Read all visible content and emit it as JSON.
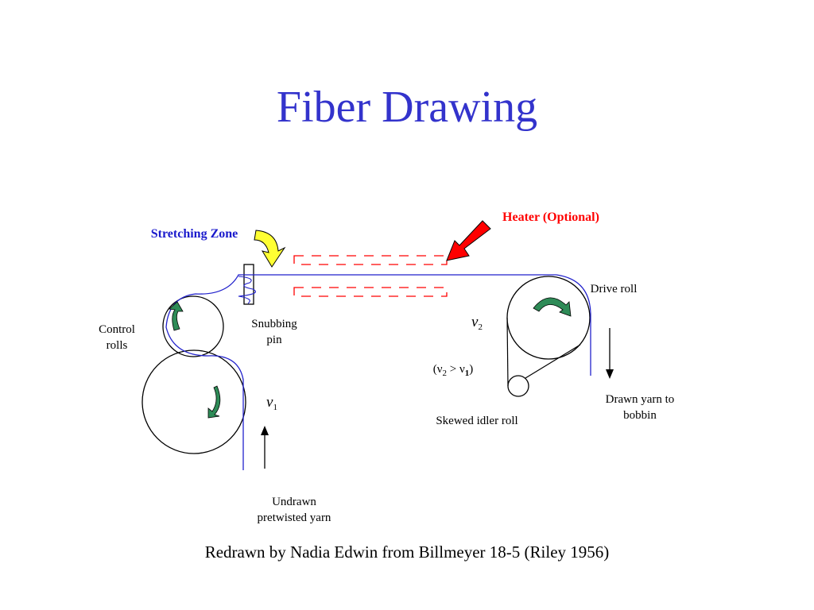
{
  "title": "Fiber Drawing",
  "labels": {
    "stretching_zone": "Stretching Zone",
    "heater": "Heater (Optional)",
    "drive_roll": "Drive roll",
    "control_rolls_1": "Control",
    "control_rolls_2": "rolls",
    "snubbing_pin_1": "Snubbing",
    "snubbing_pin_2": "pin",
    "v_symbol": "ν",
    "v1_sub": "1",
    "v2_sub": "2",
    "condition_open": "(ν",
    "condition_mid": " > ν",
    "condition_close": ")",
    "skewed_idler": "Skewed idler roll",
    "drawn_yarn_1": "Drawn yarn to",
    "drawn_yarn_2": "bobbin",
    "undrawn_1": "Undrawn",
    "undrawn_2": "pretwisted  yarn"
  },
  "caption": "Redrawn by Nadia Edwin from Billmeyer 18-5 (Riley 1956)",
  "colors": {
    "title": "#3333cc",
    "yarn": "#2222cc",
    "heater": "#ff0000",
    "rotation_arrow": "#2e8b57",
    "pointer_arrow": "#ffff33"
  }
}
